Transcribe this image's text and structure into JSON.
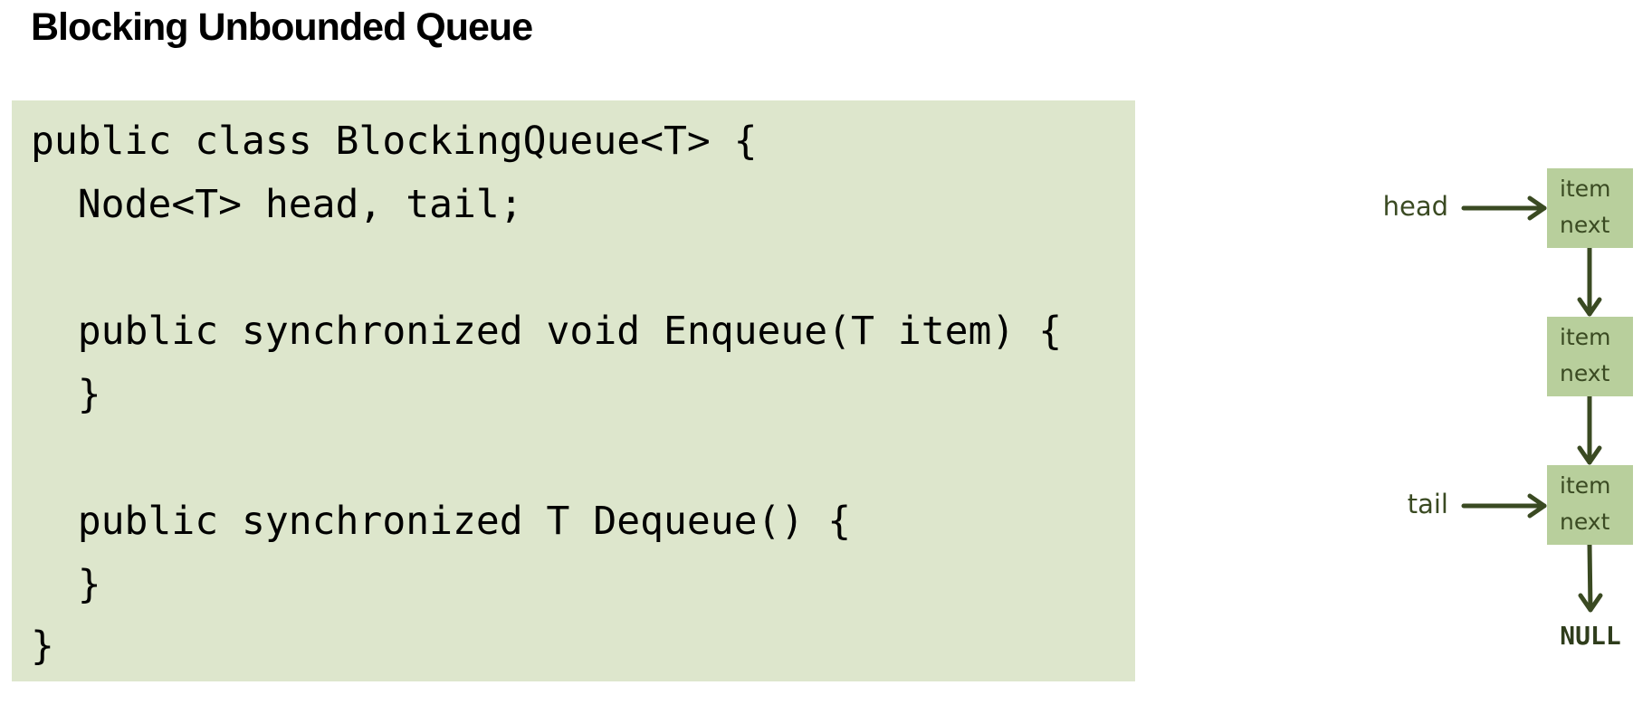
{
  "title": "Blocking Unbounded Queue",
  "code": {
    "lines": [
      "public class BlockingQueue<T> {",
      "  Node<T> head, tail;",
      "",
      "  public synchronized void Enqueue(T item) {",
      "  }",
      "",
      "  public synchronized T Dequeue() {",
      "  }",
      "}"
    ]
  },
  "diagram": {
    "head_label": "head",
    "tail_label": "tail",
    "nodes": [
      {
        "item": "item",
        "next": "next"
      },
      {
        "item": "item",
        "next": "next"
      },
      {
        "item": "item",
        "next": "next"
      }
    ],
    "null_label": "NULL",
    "colors": {
      "node_fill": "#b8cf9c",
      "arrow": "#3a4a22",
      "code_bg": "#dde6cc"
    }
  }
}
